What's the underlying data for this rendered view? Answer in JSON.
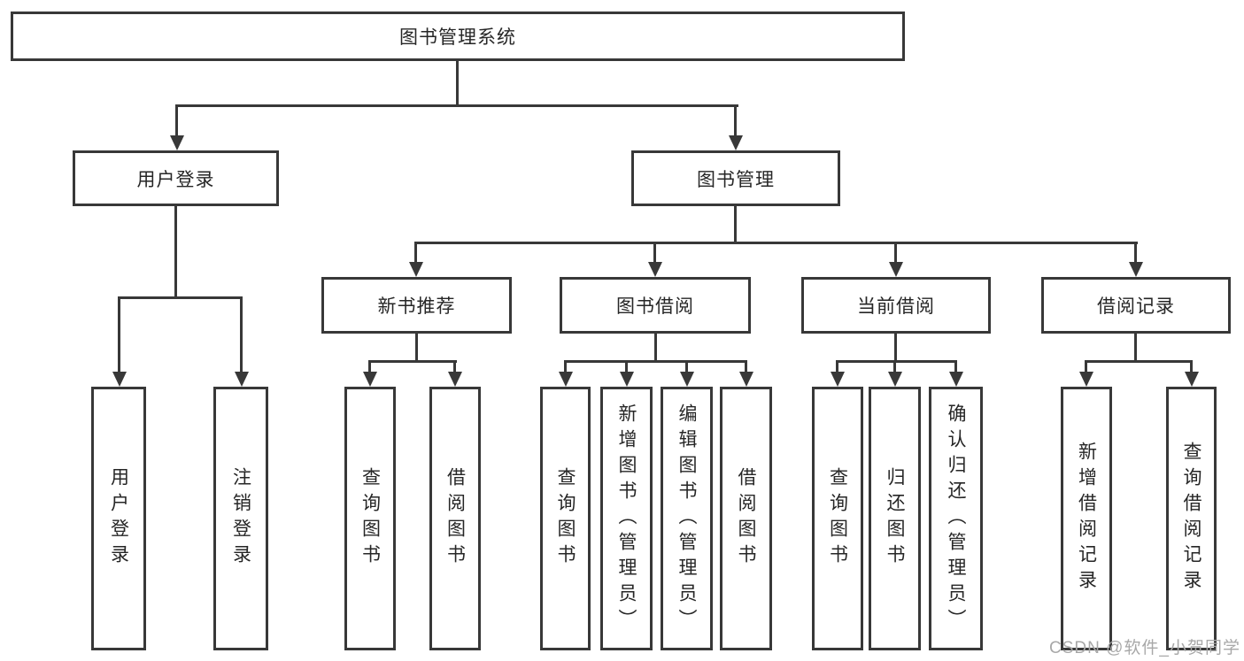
{
  "diagram": {
    "type": "hierarchy-tree",
    "root": {
      "label": "图书管理系统"
    },
    "level2": {
      "user_login": {
        "label": "用户登录"
      },
      "book_management": {
        "label": "图书管理"
      }
    },
    "level3": {
      "new_book_recommend": {
        "label": "新书推荐"
      },
      "book_borrow": {
        "label": "图书借阅"
      },
      "current_borrow": {
        "label": "当前借阅"
      },
      "borrow_record": {
        "label": "借阅记录"
      }
    },
    "leaves": {
      "user_login": [
        "用户登录",
        "注销登录"
      ],
      "new_book_recommend": [
        "查询图书",
        "借阅图书"
      ],
      "book_borrow": [
        "查询图书",
        "新增图书（管理员）",
        "编辑图书（管理员）",
        "借阅图书"
      ],
      "current_borrow": [
        "查询图书",
        "归还图书",
        "确认归还（管理员）"
      ],
      "borrow_record": [
        "新增借阅记录",
        "查询借阅记录"
      ]
    },
    "colors": {
      "line": "#383838",
      "box_background": "#ffffff",
      "text": "#262626",
      "watermark": "#a8a8a8"
    }
  },
  "watermark": {
    "text": "CSDN @软件_小贺同学"
  }
}
